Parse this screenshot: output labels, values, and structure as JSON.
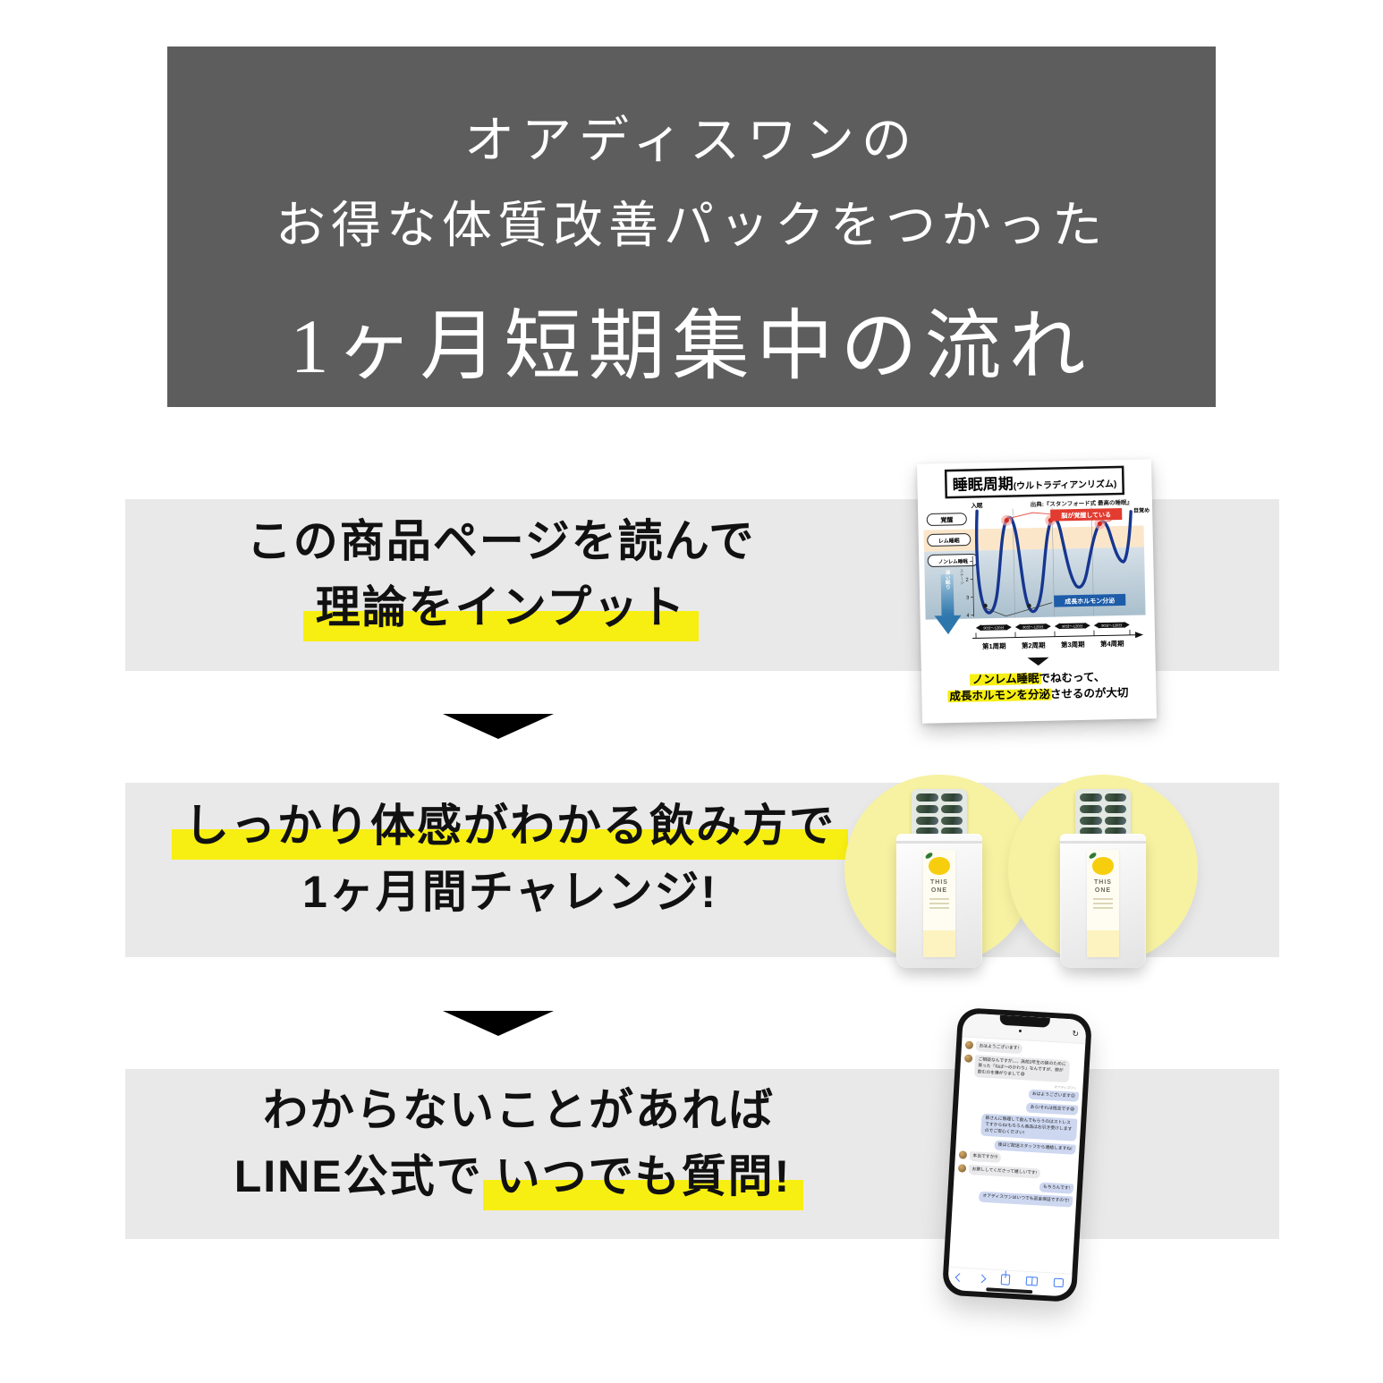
{
  "colors": {
    "accent_yellow": "#f7ef12",
    "hero_gray": "#5d5d5d",
    "band_gray": "#e9e9e9",
    "pale_yellow_circle": "#f7f2a1",
    "bubble_incoming": "#e9e9eb",
    "bubble_outgoing": "#cdd7f0",
    "toolbar_blue": "#3f7bf5",
    "wave_blue": "#16368f",
    "callout_red": "#e23b30",
    "hormone_blue": "#1d5ca9"
  },
  "header": {
    "line1": "オアディスワンの",
    "line2": "お得な体質改善パックをつかった",
    "line3": "1ヶ月短期集中の流れ"
  },
  "steps": {
    "step1": {
      "line1": "この商品ページを読んで",
      "highlight": "理論をインプット"
    },
    "step2": {
      "highlight": "しっかり体感がわかる飲み方で",
      "line2": "1ヶ月間チャレンジ!"
    },
    "step3": {
      "line1": "わからないことがあれば",
      "line2_prefix": "LINE公式で",
      "line2_highlight": "いつでも質問!"
    }
  },
  "sleep_chart": {
    "title": "睡眠周期",
    "title_sub": "(ウルトラディアンリズム)",
    "source": "出典:『スタンフォード式 最高の睡眠』",
    "levels": [
      "覚醒",
      "レム睡眠",
      "ノンレム睡眠"
    ],
    "deep_label": "深い眠り",
    "onset_label": "入眠",
    "wake_label": "目覚め",
    "awake_callout": "脳が覚醒している",
    "hormone_label": "成長ホルモン分泌",
    "stage_label": "ステージ",
    "stages": [
      "1",
      "2",
      "3",
      "4"
    ],
    "interval_label": "90分〜120分",
    "cycles": [
      "第1周期",
      "第2周期",
      "第3周期",
      "第4周期"
    ],
    "caption": {
      "hl1": "ノンレム睡眠",
      "rest1": "でねむって、",
      "hl2": "成長ホルモンを分泌",
      "rest2": "させるのが大切"
    }
  },
  "product": {
    "brand_line1": "THIS",
    "brand_line2": "ONE"
  },
  "phone": {
    "toolbar_icons": [
      "back",
      "forward",
      "share",
      "reading-list",
      "tabs"
    ],
    "messages": [
      {
        "side": "in",
        "text": "おはようございます!"
      },
      {
        "side": "in",
        "text": "ご相談なんですが、、、高校2年生の娘のために買った「ねば〜のかわり」なんですが、娘が飲むのを嫌がりまして😅"
      },
      {
        "side": "out",
        "label": "オアディスワン",
        "text": "おはようございます😊"
      },
      {
        "side": "out",
        "text": "あら!それは残念です😅"
      },
      {
        "side": "out",
        "text": "娘さんに無理して飲んでもらうのはストレスですからね!もちろん商品はお引き受けしますのでご安心ください!"
      },
      {
        "side": "out",
        "text": "後ほど配送スタッフから連絡しますね!"
      },
      {
        "side": "in",
        "text": "本当ですか!!!"
      },
      {
        "side": "in",
        "text": "お察ししてくださって嬉しいです!"
      },
      {
        "side": "out",
        "text": "もちろんです!"
      },
      {
        "side": "out",
        "text": "オアディスワンはいつでも返金保証ですので!"
      }
    ]
  }
}
